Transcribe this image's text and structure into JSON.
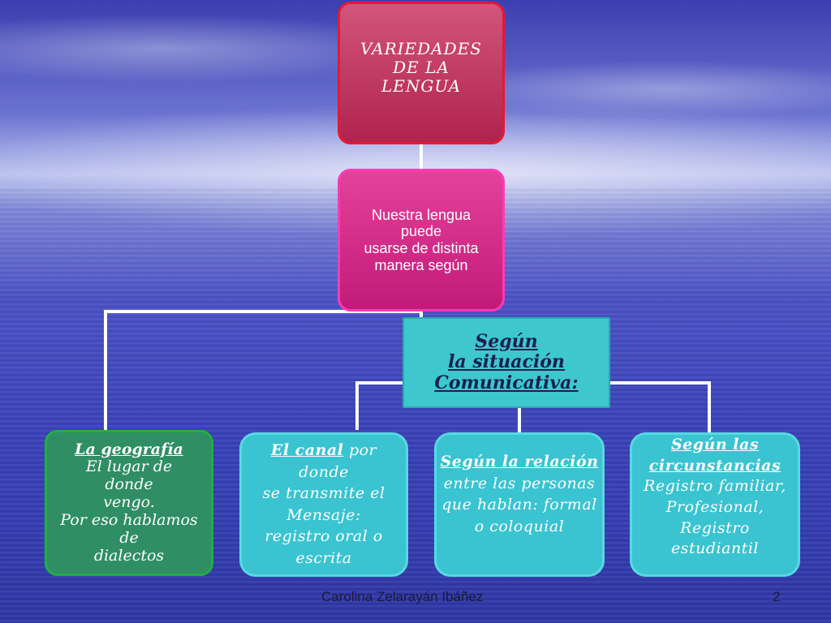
{
  "diagram": {
    "root": [
      "VARIEDADES",
      "DE LA",
      "LENGUA"
    ],
    "intro": [
      "Nuestra lengua",
      "puede",
      "usarse de distinta",
      "manera según"
    ],
    "situation": [
      "Según",
      "la situación",
      "Comunicativa:"
    ],
    "geography": {
      "heading": "La geografía",
      "lines": [
        "El lugar de",
        "donde",
        "vengo.",
        "Por eso hablamos",
        "de",
        "dialectos"
      ]
    },
    "channel": {
      "heading": "El canal",
      "heading_tail": " por",
      "lines": [
        "donde",
        "se transmite el",
        "Mensaje:",
        "registro oral o",
        "escrita"
      ]
    },
    "relation": {
      "heading": "Según la relación",
      "lines": [
        "entre las personas",
        "que hablan: formal",
        "o coloquial"
      ]
    },
    "circumstances": {
      "heading_1": "Según las",
      "heading_2": "circunstancias",
      "lines": [
        "Registro familiar,",
        "Profesional,",
        "Registro",
        "estudiantil"
      ]
    }
  },
  "footer": {
    "author": "Carolina Zelarayán Ibáñez",
    "page": "2"
  },
  "colors": {
    "root_fill": "#b0234e",
    "intro_fill": "#c21a78",
    "situation_fill": "#3ec7cf",
    "geography_fill": "#2f8e63",
    "leaf_fill": "#3ac3d0",
    "connector": "#ffffff"
  }
}
